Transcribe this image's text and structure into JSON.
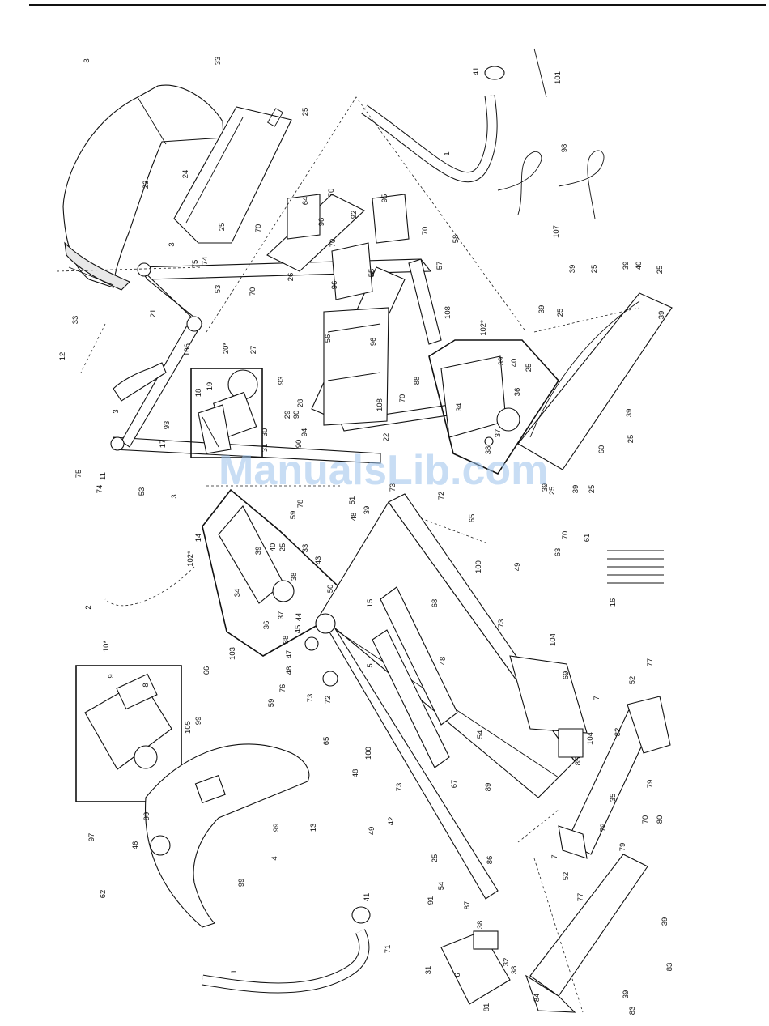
{
  "watermark": "ManualsLib.com",
  "callouts": [
    {
      "id": "c3a",
      "text": "3"
    },
    {
      "id": "c33a",
      "text": "33"
    },
    {
      "id": "c25a",
      "text": "25"
    },
    {
      "id": "c24",
      "text": "24"
    },
    {
      "id": "c23",
      "text": "23"
    },
    {
      "id": "c25b",
      "text": "25"
    },
    {
      "id": "c3b",
      "text": "3"
    },
    {
      "id": "c75a",
      "text": "75"
    },
    {
      "id": "c74a",
      "text": "74"
    },
    {
      "id": "c53a",
      "text": "53"
    },
    {
      "id": "c33b",
      "text": "33"
    },
    {
      "id": "c21",
      "text": "21"
    },
    {
      "id": "c12",
      "text": "12"
    },
    {
      "id": "c106",
      "text": "106"
    },
    {
      "id": "c20",
      "text": "20*"
    },
    {
      "id": "c27",
      "text": "27"
    },
    {
      "id": "c93a",
      "text": "93"
    },
    {
      "id": "c19",
      "text": "19"
    },
    {
      "id": "c18",
      "text": "18"
    },
    {
      "id": "c3c",
      "text": "3"
    },
    {
      "id": "c93b",
      "text": "93"
    },
    {
      "id": "c17",
      "text": "17"
    },
    {
      "id": "c11",
      "text": "11"
    },
    {
      "id": "c75b",
      "text": "75"
    },
    {
      "id": "c74b",
      "text": "74"
    },
    {
      "id": "c53b",
      "text": "53"
    },
    {
      "id": "c29",
      "text": "29"
    },
    {
      "id": "c28",
      "text": "28"
    },
    {
      "id": "c90a",
      "text": "90"
    },
    {
      "id": "c30",
      "text": "30"
    },
    {
      "id": "c31a",
      "text": "31"
    },
    {
      "id": "c90b",
      "text": "90"
    },
    {
      "id": "c94",
      "text": "94"
    },
    {
      "id": "c22",
      "text": "22"
    },
    {
      "id": "c108a",
      "text": "108"
    },
    {
      "id": "c64",
      "text": "64"
    },
    {
      "id": "c70a",
      "text": "70"
    },
    {
      "id": "c96a",
      "text": "96"
    },
    {
      "id": "c92",
      "text": "92"
    },
    {
      "id": "c70b",
      "text": "70"
    },
    {
      "id": "c70c",
      "text": "70"
    },
    {
      "id": "c26",
      "text": "26"
    },
    {
      "id": "c70d",
      "text": "70"
    },
    {
      "id": "c96b",
      "text": "96"
    },
    {
      "id": "c55",
      "text": "55"
    },
    {
      "id": "c95",
      "text": "95"
    },
    {
      "id": "c70e",
      "text": "70"
    },
    {
      "id": "c58",
      "text": "58"
    },
    {
      "id": "c57",
      "text": "57"
    },
    {
      "id": "c56",
      "text": "56"
    },
    {
      "id": "c96c",
      "text": "96"
    },
    {
      "id": "c108b",
      "text": "108"
    },
    {
      "id": "c70f",
      "text": "70"
    },
    {
      "id": "c88",
      "text": "88"
    },
    {
      "id": "c41a",
      "text": "41"
    },
    {
      "id": "c1a",
      "text": "1"
    },
    {
      "id": "c101",
      "text": "101"
    },
    {
      "id": "c98",
      "text": "98"
    },
    {
      "id": "c107",
      "text": "107"
    },
    {
      "id": "c102a",
      "text": "102*"
    },
    {
      "id": "c39a",
      "text": "39"
    },
    {
      "id": "c40a",
      "text": "40"
    },
    {
      "id": "c25c",
      "text": "25"
    },
    {
      "id": "c36a",
      "text": "36"
    },
    {
      "id": "c34a",
      "text": "34"
    },
    {
      "id": "c38a",
      "text": "38"
    },
    {
      "id": "c37a",
      "text": "37"
    },
    {
      "id": "c39b",
      "text": "39"
    },
    {
      "id": "c25d",
      "text": "25"
    },
    {
      "id": "c39c",
      "text": "39"
    },
    {
      "id": "c40b",
      "text": "40"
    },
    {
      "id": "c25e",
      "text": "25"
    },
    {
      "id": "c39d",
      "text": "39"
    },
    {
      "id": "c39e",
      "text": "39"
    },
    {
      "id": "c25f",
      "text": "25"
    },
    {
      "id": "c39f",
      "text": "39"
    },
    {
      "id": "c25g",
      "text": "25"
    },
    {
      "id": "c60",
      "text": "60"
    },
    {
      "id": "c39g",
      "text": "39"
    },
    {
      "id": "c25h",
      "text": "25"
    },
    {
      "id": "c39h",
      "text": "39"
    },
    {
      "id": "c25i",
      "text": "25"
    },
    {
      "id": "c72a",
      "text": "72"
    },
    {
      "id": "c73a",
      "text": "73"
    },
    {
      "id": "c51",
      "text": "51"
    },
    {
      "id": "c39i",
      "text": "39"
    },
    {
      "id": "c3d",
      "text": "3"
    },
    {
      "id": "c14",
      "text": "14"
    },
    {
      "id": "c102b",
      "text": "102*"
    },
    {
      "id": "c59a",
      "text": "59"
    },
    {
      "id": "c78",
      "text": "78"
    },
    {
      "id": "c48a",
      "text": "48"
    },
    {
      "id": "c39j",
      "text": "39"
    },
    {
      "id": "c40c",
      "text": "40"
    },
    {
      "id": "c25j",
      "text": "25"
    },
    {
      "id": "c33c",
      "text": "33"
    },
    {
      "id": "c43",
      "text": "43"
    },
    {
      "id": "c38b",
      "text": "38"
    },
    {
      "id": "c34b",
      "text": "34"
    },
    {
      "id": "c36b",
      "text": "36"
    },
    {
      "id": "c37b",
      "text": "37"
    },
    {
      "id": "c44",
      "text": "44"
    },
    {
      "id": "c50",
      "text": "50"
    },
    {
      "id": "c2",
      "text": "2"
    },
    {
      "id": "c45",
      "text": "45"
    },
    {
      "id": "c38c",
      "text": "38"
    },
    {
      "id": "c47",
      "text": "47"
    },
    {
      "id": "c48b",
      "text": "48"
    },
    {
      "id": "c15",
      "text": "15"
    },
    {
      "id": "c68",
      "text": "68"
    },
    {
      "id": "c65a",
      "text": "65"
    },
    {
      "id": "c100a",
      "text": "100"
    },
    {
      "id": "c63",
      "text": "63"
    },
    {
      "id": "c70g",
      "text": "70"
    },
    {
      "id": "c61",
      "text": "61"
    },
    {
      "id": "c16",
      "text": "16"
    },
    {
      "id": "c49a",
      "text": "49"
    },
    {
      "id": "c73b",
      "text": "73"
    },
    {
      "id": "c104a",
      "text": "104"
    },
    {
      "id": "c48c",
      "text": "48"
    },
    {
      "id": "c5",
      "text": "5"
    },
    {
      "id": "c10",
      "text": "10*"
    },
    {
      "id": "c9",
      "text": "9"
    },
    {
      "id": "c8",
      "text": "8"
    },
    {
      "id": "c66",
      "text": "66"
    },
    {
      "id": "c103",
      "text": "103"
    },
    {
      "id": "c76",
      "text": "76"
    },
    {
      "id": "c73c",
      "text": "73"
    },
    {
      "id": "c72b",
      "text": "72"
    },
    {
      "id": "c59b",
      "text": "59"
    },
    {
      "id": "c99a",
      "text": "99"
    },
    {
      "id": "c105",
      "text": "105"
    },
    {
      "id": "c65b",
      "text": "65"
    },
    {
      "id": "c100b",
      "text": "100"
    },
    {
      "id": "c69",
      "text": "69"
    },
    {
      "id": "c52a",
      "text": "52"
    },
    {
      "id": "c77a",
      "text": "77"
    },
    {
      "id": "c7a",
      "text": "7"
    },
    {
      "id": "c104b",
      "text": "104"
    },
    {
      "id": "c85",
      "text": "85"
    },
    {
      "id": "c54a",
      "text": "54"
    },
    {
      "id": "c82",
      "text": "82"
    },
    {
      "id": "c79a",
      "text": "79"
    },
    {
      "id": "c48d",
      "text": "48"
    },
    {
      "id": "c67",
      "text": "67"
    },
    {
      "id": "c89",
      "text": "89"
    },
    {
      "id": "c99b",
      "text": "99"
    },
    {
      "id": "c13",
      "text": "13"
    },
    {
      "id": "c73d",
      "text": "73"
    },
    {
      "id": "c49b",
      "text": "49"
    },
    {
      "id": "c42",
      "text": "42"
    },
    {
      "id": "c99c",
      "text": "99"
    },
    {
      "id": "c4",
      "text": "4"
    },
    {
      "id": "c97",
      "text": "97"
    },
    {
      "id": "c46",
      "text": "46"
    },
    {
      "id": "c99d",
      "text": "99"
    },
    {
      "id": "c35",
      "text": "35"
    },
    {
      "id": "c70h",
      "text": "70"
    },
    {
      "id": "c80",
      "text": "80"
    },
    {
      "id": "c79b",
      "text": "79"
    },
    {
      "id": "c79c",
      "text": "79"
    },
    {
      "id": "c7b",
      "text": "7"
    },
    {
      "id": "c52b",
      "text": "52"
    },
    {
      "id": "c77b",
      "text": "77"
    },
    {
      "id": "c25k",
      "text": "25"
    },
    {
      "id": "c86",
      "text": "86"
    },
    {
      "id": "c54b",
      "text": "54"
    },
    {
      "id": "c62",
      "text": "62"
    },
    {
      "id": "c41b",
      "text": "41"
    },
    {
      "id": "c91",
      "text": "91"
    },
    {
      "id": "c87",
      "text": "87"
    },
    {
      "id": "c71",
      "text": "71"
    },
    {
      "id": "c38d",
      "text": "38"
    },
    {
      "id": "c31b",
      "text": "31"
    },
    {
      "id": "c6",
      "text": "6"
    },
    {
      "id": "c32",
      "text": "32"
    },
    {
      "id": "c38e",
      "text": "38"
    },
    {
      "id": "c81",
      "text": "81"
    },
    {
      "id": "c84",
      "text": "84"
    },
    {
      "id": "c39k",
      "text": "39"
    },
    {
      "id": "c83a",
      "text": "83"
    },
    {
      "id": "c39l",
      "text": "39"
    },
    {
      "id": "c83b",
      "text": "83"
    },
    {
      "id": "c1b",
      "text": "1"
    }
  ]
}
